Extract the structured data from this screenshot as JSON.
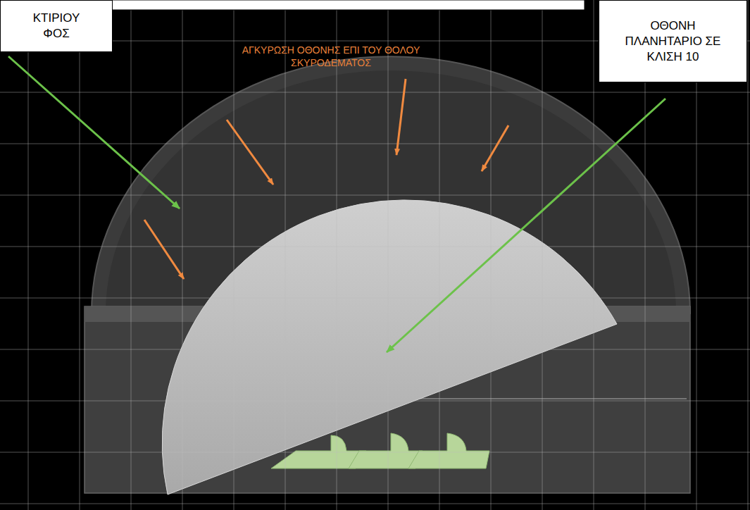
{
  "diagram": {
    "nodes": [
      {
        "text": [
          "ΚΤΙΡΙΟΥ ΦΟΣ"
        ]
      },
      {
        "text": [
          "ΟΘΟΝΗ ΠΛΑΝΗΤΑΡΙΟ ΣΕ ΚΛΙΣΗ 10"
        ]
      }
    ],
    "labels": [
      "ΑΓΚΥΡΩΣΗ ΟΘΟΝΗΣ ΕΠΙ ΤΟΥ ΘΟΛΟΥ ΣΚΥΡΟΔΕΜΑΤΟΣ"
    ]
  }
}
